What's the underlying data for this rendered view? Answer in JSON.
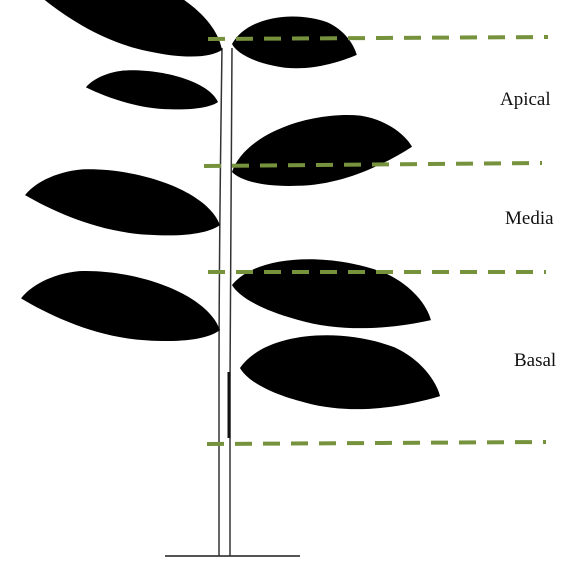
{
  "diagram": {
    "zones": [
      {
        "id": "apical",
        "label": "Apical"
      },
      {
        "id": "media",
        "label": "Media"
      },
      {
        "id": "basal",
        "label": "Basal"
      }
    ]
  },
  "colors": {
    "divider": "#76923c",
    "outline": "#333333"
  },
  "icons": {
    "plant": "plant-illustration"
  }
}
